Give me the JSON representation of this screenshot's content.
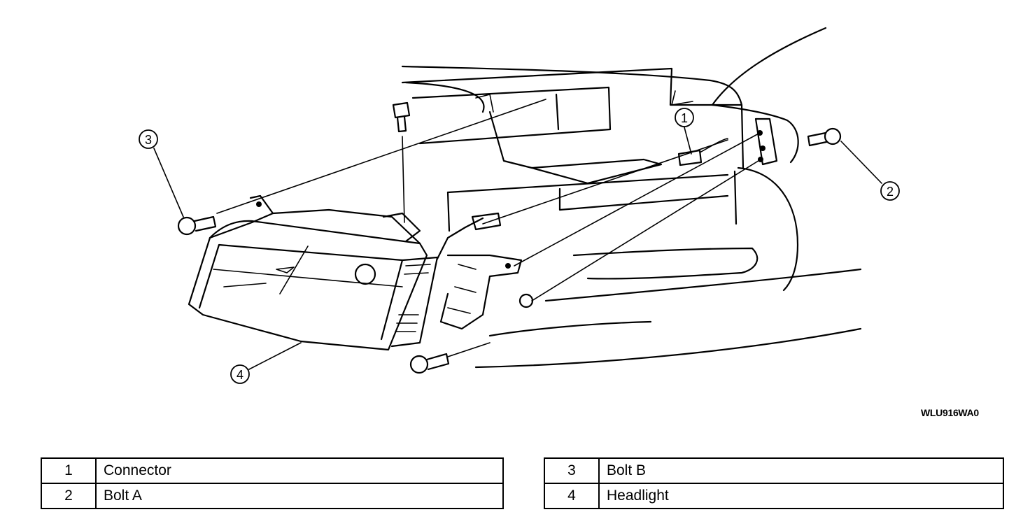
{
  "figure_code": "WLU916WA0",
  "callouts": [
    "1",
    "2",
    "3",
    "4"
  ],
  "legend": {
    "left": [
      {
        "num": "1",
        "label": "Connector"
      },
      {
        "num": "2",
        "label": "Bolt A"
      }
    ],
    "right": [
      {
        "num": "3",
        "label": "Bolt B"
      },
      {
        "num": "4",
        "label": "Headlight"
      }
    ]
  }
}
